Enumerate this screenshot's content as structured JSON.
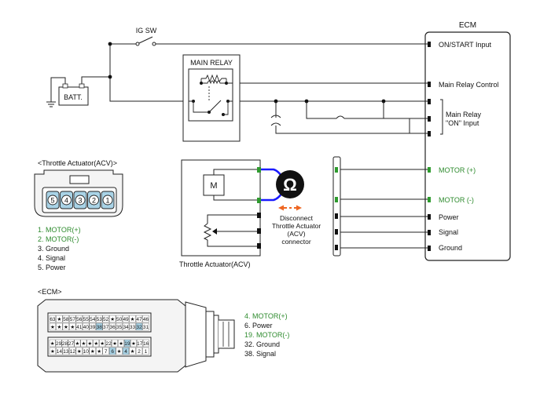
{
  "colors": {
    "wire": "#222222",
    "motor_wire": "#1a1aff",
    "motor_pin": "#2e9b2e",
    "text_green": "#2e8b2e",
    "probe": "#ee6622",
    "pin_highlight": "#a9d3e6",
    "connector_fill": "#f2f2f2"
  },
  "labels": {
    "ecm_title": "ECM",
    "ig_sw": "IG SW",
    "batt": "BATT.",
    "main_relay": "MAIN RELAY",
    "on_start_input": "ON/START Input",
    "main_relay_control": "Main Relay Control",
    "main_relay_on_1": "Main Relay",
    "main_relay_on_2": "\"ON\" Input",
    "motor_plus": "MOTOR (+)",
    "motor_minus": "MOTOR (-)",
    "power": "Power",
    "signal": "Signal",
    "ground": "Ground",
    "motor_symbol": "M",
    "ohm_symbol": "Ω",
    "disconnect_1": "Disconnect",
    "disconnect_2": "Throttle Actuator",
    "disconnect_3": "(ACV)",
    "disconnect_4": "connector",
    "actuator_caption": "Throttle Actuator(ACV)",
    "acv_connector_title": "<Throttle Actuator(ACV)>",
    "ecm_connector_title": "<ECM>"
  },
  "acv_pins": [
    "5",
    "4",
    "3",
    "2",
    "1"
  ],
  "acv_legend": [
    {
      "text": "1. MOTOR(+)",
      "color": "green"
    },
    {
      "text": "2. MOTOR(-)",
      "color": "green"
    },
    {
      "text": "3. Ground",
      "color": "black"
    },
    {
      "text": "4. Signal",
      "color": "black"
    },
    {
      "text": "5. Power",
      "color": "black"
    }
  ],
  "ecm_legend": [
    {
      "text": "4. MOTOR(+)",
      "color": "green"
    },
    {
      "text": "6. Power",
      "color": "black"
    },
    {
      "text": "19. MOTOR(-)",
      "color": "green"
    },
    {
      "text": "32. Ground",
      "color": "black"
    },
    {
      "text": "38. Signal",
      "color": "black"
    }
  ],
  "ecm_pin_rows": [
    [
      "63",
      "★",
      "58",
      "57",
      "56",
      "55",
      "54",
      "53",
      "52",
      "★",
      "50",
      "49",
      "★",
      "47",
      "46"
    ],
    [
      "★",
      "★",
      "★",
      "★",
      "41",
      "40",
      "39",
      "38",
      "37",
      "36",
      "35",
      "34",
      "33",
      "32",
      "31"
    ],
    [
      "★",
      "29",
      "28",
      "27",
      "★",
      "★",
      "★",
      "★",
      "★",
      "22",
      "★",
      "★",
      "19",
      "★",
      "17",
      "16"
    ],
    [
      "★",
      "14",
      "13",
      "12",
      "★",
      "10",
      "★",
      "★",
      "7",
      "6",
      "★",
      "4",
      "★",
      "2",
      "1"
    ]
  ],
  "ecm_pin_highlight": [
    "38",
    "32",
    "19",
    "6",
    "4"
  ]
}
